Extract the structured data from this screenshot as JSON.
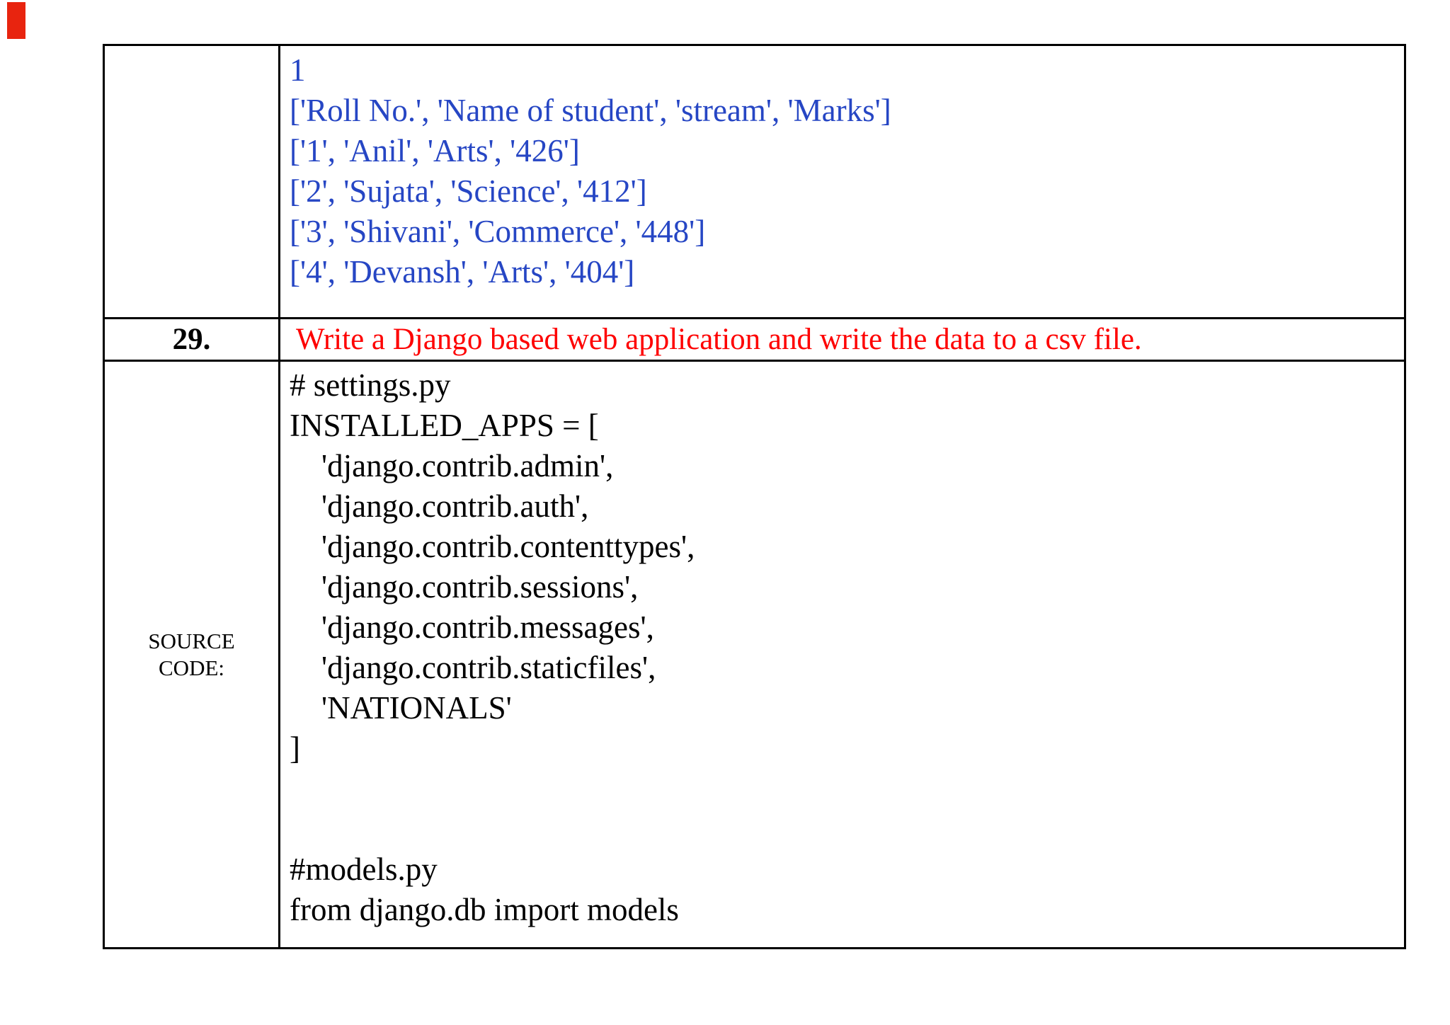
{
  "document": {
    "corner_marker_color": "#e8240f",
    "table": {
      "border_color": "#000000",
      "output_row": {
        "text_color": "#2646c4",
        "lines": [
          "1",
          "['Roll No.', 'Name of student', 'stream', 'Marks']",
          "['1', 'Anil', 'Arts', '426']",
          "['2', 'Sujata', 'Science', '412']",
          "['3', 'Shivani', 'Commerce', '448']",
          "['4', 'Devansh', 'Arts', '404']"
        ]
      },
      "question_row": {
        "number": "29.",
        "text": "Write a Django based web application and write the data to a csv file.",
        "text_color": "#fe0000"
      },
      "source_row": {
        "label_lines": [
          "SOURCE",
          "CODE:"
        ],
        "code_color": "#000000",
        "code_lines": [
          "# settings.py",
          "INSTALLED_APPS = [",
          "    'django.contrib.admin',",
          "    'django.contrib.auth',",
          "    'django.contrib.contenttypes',",
          "    'django.contrib.sessions',",
          "    'django.contrib.messages',",
          "    'django.contrib.staticfiles',",
          "    'NATIONALS'",
          "]",
          "",
          "",
          "#models.py",
          "from django.db import models"
        ]
      }
    }
  }
}
